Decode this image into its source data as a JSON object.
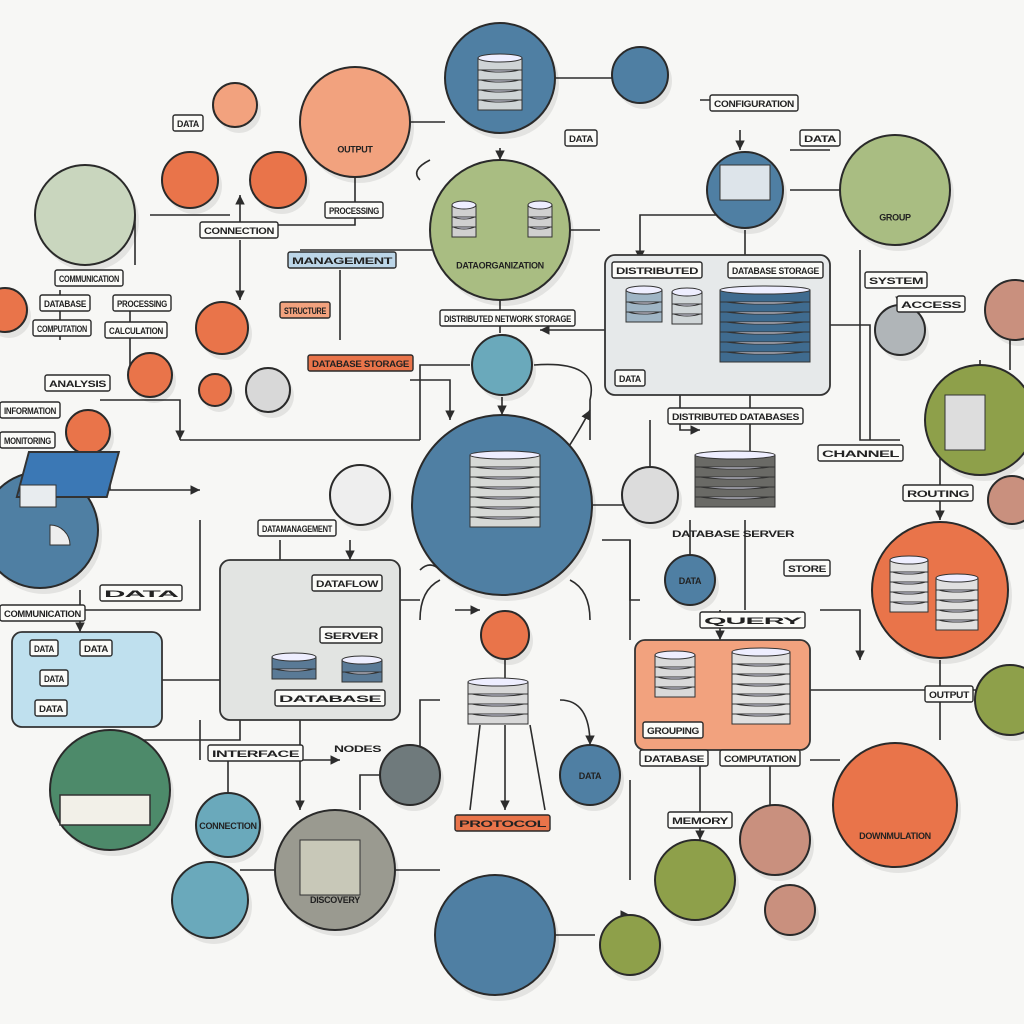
{
  "diagram": {
    "colors": {
      "orange": "#e9744a",
      "salmon": "#f2a27e",
      "blue": "#4f7fa3",
      "green": "#a9bd82",
      "olive": "#8ea04a",
      "teal": "#6aa9bb",
      "gray": "#9a9a90",
      "panel": "#e6e9ea",
      "lightblue": "#bfe0ee",
      "brown": "#c9907e",
      "darkgreen": "#4d8a6a"
    },
    "nodes": {
      "hub": "",
      "org": "DATAORGANIZATION",
      "top_orange": "OUTPUT",
      "top_blue": "",
      "small_blue": "",
      "chart_blue": "",
      "green_right": "GROUP",
      "green_left": "",
      "downmulation": "DOWNMULATION",
      "gray_bottom": "DISCOVERY",
      "teal_small": "CONNECTION",
      "blue_mid": "DATA",
      "blue_small2": "DATA"
    },
    "boxes": {
      "network_caption": "DISTRIBUTED NETWORK STORAGE",
      "storage_header_a": "DISTRIBUTED",
      "storage_header_b": "DATABASE STORAGE",
      "storage_footer": "DISTRIBUTED DATABASES",
      "cloud_label": "DATABASE SERVER",
      "connection": "CONNECTION",
      "processing": "PROCESSING",
      "management": "MANAGEMENT",
      "communication": "COMMUNICATION",
      "data_bar": "DATABASE",
      "computation": "COMPUTATION",
      "processing2": "PROCESSING",
      "calculation": "CALCULATION",
      "analysis": "ANALYSIS",
      "information": "INFORMATION",
      "monitoring": "MONITORING",
      "structure": "STRUCTURE",
      "orange_bar": "DATABASE STORAGE",
      "data_mgmt": "DATAMANAGEMENT",
      "data_flow": "DATAFLOW",
      "server": "SERVER",
      "database": "DATABASE",
      "orange_a": "GROUPING",
      "orange_b": "DATABASE",
      "orange_c": "COMPUTATION",
      "config": "CONFIGURATION",
      "channel": "CHANNEL",
      "routing": "ROUTING",
      "system": "SYSTEM",
      "access": "ACCESS",
      "output": "OUTPUT",
      "memory": "MEMORY",
      "store": "STORE",
      "query": "QUERY",
      "comm_blue": "COMMUNICATION",
      "proc_blue": "DATA",
      "sub_a": "DATA",
      "sub_b": "DATA",
      "sub_c": "DATA",
      "sub_d": "DATA",
      "interface": "INTERFACE",
      "nodes_label": "NODES",
      "orange_box": "PROTOCOL"
    }
  }
}
